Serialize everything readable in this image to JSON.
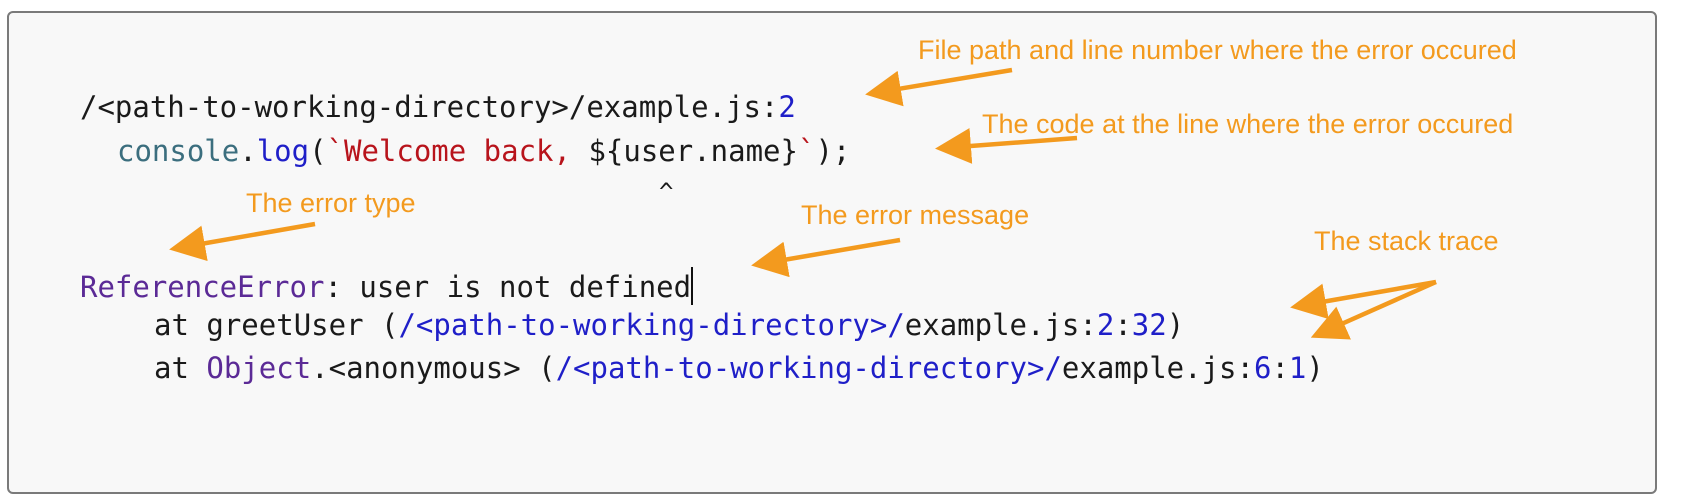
{
  "code": {
    "path_line": {
      "path": "/<path-to-working-directory>/example.js:",
      "line_number": "2"
    },
    "code_line": {
      "object": "console",
      "dot": ".",
      "method": "log",
      "open_paren": "(",
      "template_start": "`Welcome back, ",
      "interpolation": "${user.name}",
      "template_end": "`",
      "close": ");"
    },
    "pointer_caret": "^",
    "error_line": {
      "type": "ReferenceError",
      "message": ": user is not defined"
    },
    "stack": [
      {
        "at": "at ",
        "func": "greetUser",
        "open": " (",
        "path": "/<path-to-working-directory>/",
        "file": "example.js:",
        "line": "2",
        "colon": ":",
        "col": "32",
        "close": ")"
      },
      {
        "at": "at ",
        "object": "Object",
        "rest": ".<anonymous>",
        "open": " (",
        "path": "/<path-to-working-directory>/",
        "file": "example.js:",
        "line": "6",
        "colon": ":",
        "col": "1",
        "close": ")"
      }
    ]
  },
  "annotations": {
    "file_path": "File path and line number where the error occured",
    "code_line": "The code at the line where the error occured",
    "error_type": "The error type",
    "error_message": "The error message",
    "stack_trace": "The stack trace"
  },
  "colors": {
    "annotation": "#f39a1e",
    "panel_background": "#f8f8f8",
    "panel_border": "#7a7a7a",
    "plain_text": "#1a1a1a",
    "teal": "#3b6e7e",
    "blue": "#1f1fc8",
    "red": "#b8141c",
    "purple": "#5b2a96"
  }
}
